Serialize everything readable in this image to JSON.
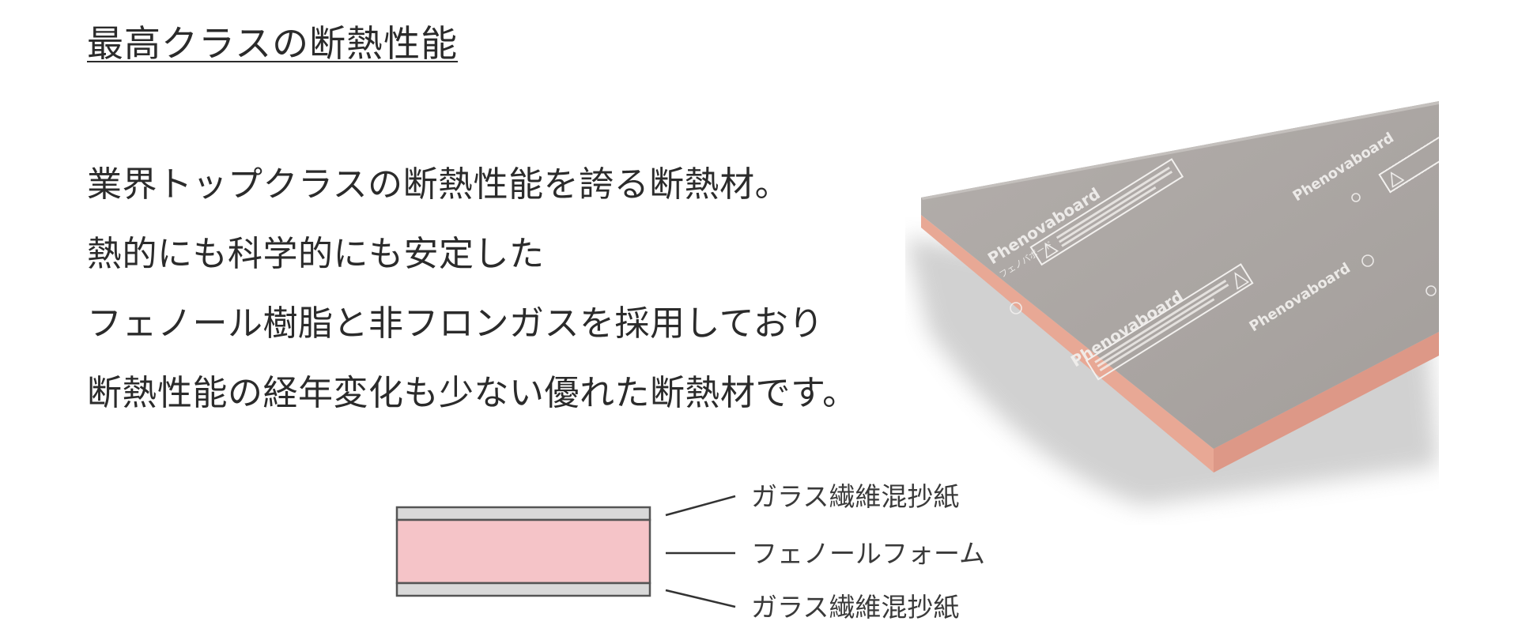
{
  "heading": "最高クラスの断熱性能",
  "body_lines": [
    "業界トップクラスの断熱性能を誇る断熱材。",
    "熱的にも科学的にも安定した",
    "フェノール樹脂と非フロンガスを採用しており",
    "断熱性能の経年変化も少ない優れた断熱材です。"
  ],
  "board": {
    "brand": "Phenovaboard",
    "brand_kana": "フェノバボード",
    "colors": {
      "face": "#a9a4a1",
      "core": "#e8a895",
      "text": "#f4f2f0"
    }
  },
  "cross_section": {
    "layers": [
      "ガラス繊維混抄紙",
      "フェノールフォーム",
      "ガラス繊維混抄紙"
    ],
    "colors": {
      "facing": "#d9d9d9",
      "foam": "#f5c4c8",
      "outline": "#555555"
    }
  }
}
